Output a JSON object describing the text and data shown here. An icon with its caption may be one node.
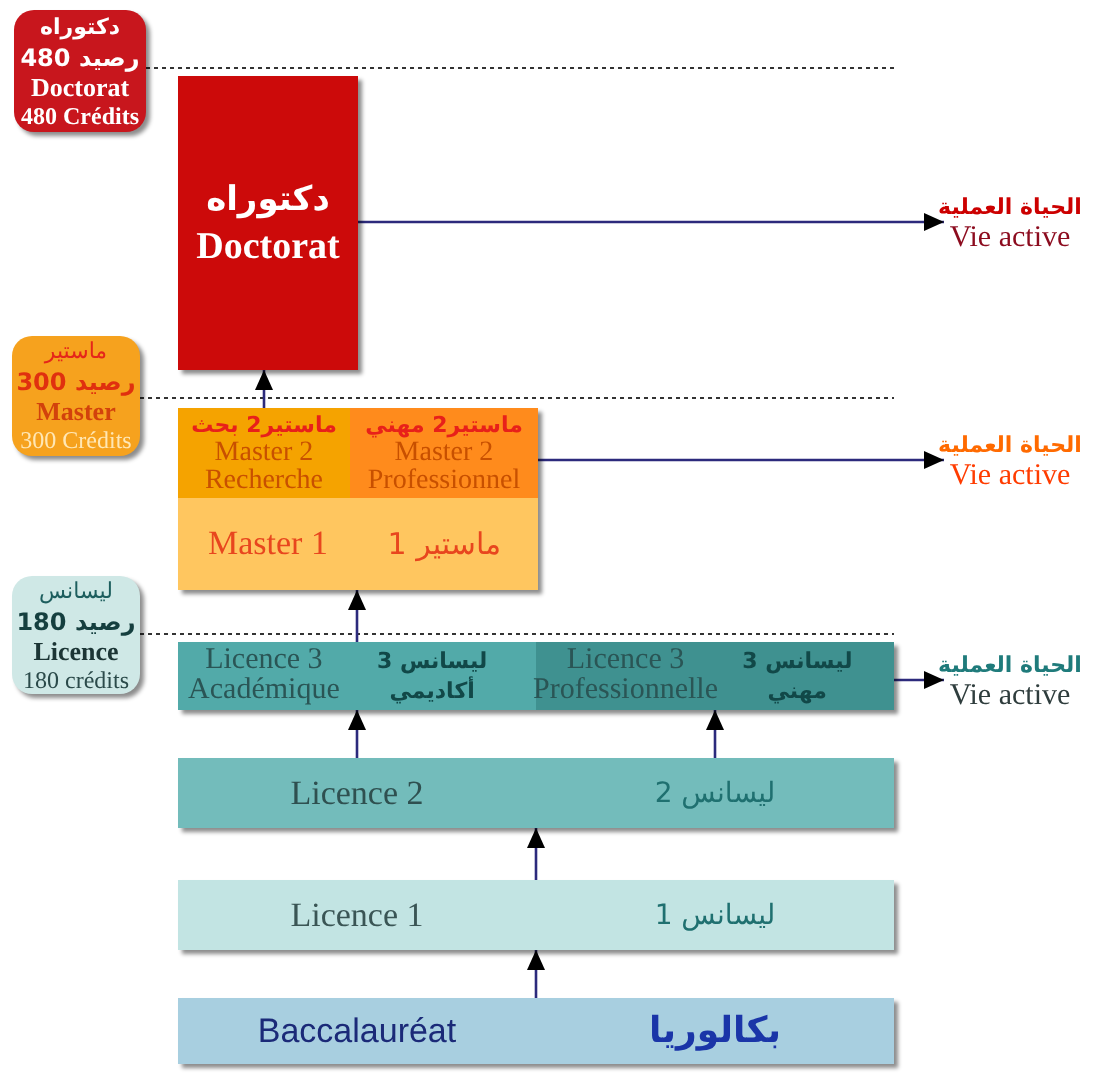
{
  "diagram": {
    "nodes": [
      {
        "text": [
          "دكتوراه",
          "480 رصيد",
          "Doctorat",
          "480 Crédits"
        ]
      },
      {
        "text": [
          "دكتوراه",
          "Doctorat"
        ]
      },
      {
        "text": [
          "الحياة العملية",
          "Vie active"
        ]
      },
      {
        "text": [
          "ماستير",
          "300 رصيد",
          "Master",
          "300 Crédits"
        ]
      },
      {
        "text": [],
        "shape": "box"
      },
      {
        "text": [
          "ماستير2 بحث",
          "Master 2 Recherche"
        ],
        "in": 4
      },
      {
        "text": [
          "ماستير2 مهني",
          "Master 2 Professionnel"
        ],
        "in": 4
      },
      {
        "text": [
          "ماستير 1",
          "Master 1"
        ],
        "in": 4
      },
      {
        "text": [
          "الحياة العملية",
          "Vie active"
        ]
      },
      {
        "text": [
          "ليسانس",
          "180 رصيد",
          "Licence",
          "180 crédits"
        ]
      },
      {
        "text": [],
        "shape": "box"
      },
      {
        "text": [
          "ليسانس 3 أكاديمي",
          "Licence 3 Académique"
        ],
        "in": 10
      },
      {
        "text": [
          "ليسانس 3 مهني",
          "Licence 3 Professionnelle"
        ],
        "in": 10
      },
      {
        "text": [
          "الحياة العملية",
          "Vie active"
        ]
      },
      {
        "text": [
          "ليسانس 2",
          "Licence 2"
        ]
      },
      {
        "text": [
          "ليسانس 1",
          "Licence 1"
        ]
      },
      {
        "text": [
          "بكالوريا",
          "Baccalauréat"
        ]
      }
    ],
    "edges": [
      {
        "from": 5,
        "to": 1,
        "arrow": "to"
      },
      {
        "from": 1,
        "to": 2,
        "arrow": "to"
      },
      {
        "from": 6,
        "to": 8,
        "arrow": "to"
      },
      {
        "from": 11,
        "to": 7,
        "arrow": "to"
      },
      {
        "from": 12,
        "to": 13,
        "arrow": "to"
      },
      {
        "from": 14,
        "to": 11,
        "arrow": "to"
      },
      {
        "from": 14,
        "to": 12,
        "arrow": "to"
      },
      {
        "from": 15,
        "to": 14,
        "arrow": "to"
      },
      {
        "from": 16,
        "to": 15,
        "arrow": "to"
      }
    ]
  }
}
